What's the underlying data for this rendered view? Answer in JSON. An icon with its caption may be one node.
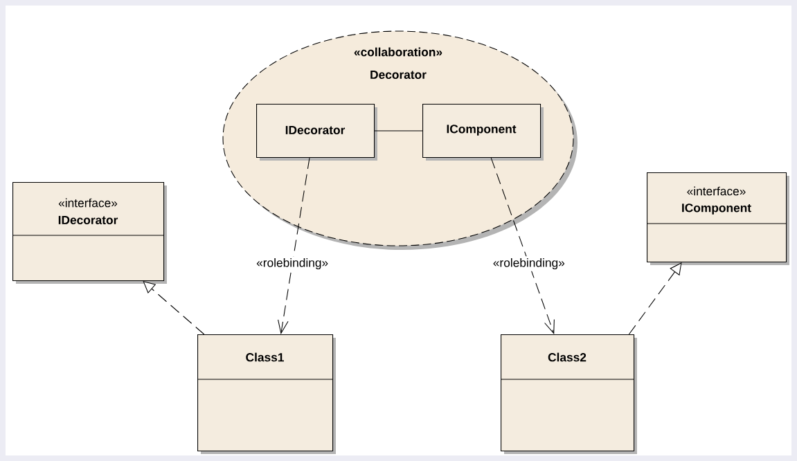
{
  "diagram": {
    "nodes": [
      {
        "text": [
          "«collaboration»",
          "Decorator"
        ]
      },
      {
        "text": [
          "IDecorator"
        ],
        "in": 0
      },
      {
        "text": [
          "IComponent"
        ],
        "in": 0
      },
      {
        "text": [
          "«interface»",
          "IDecorator"
        ]
      },
      {
        "text": [
          "«interface»",
          "IComponent"
        ]
      },
      {
        "text": [
          "Class1"
        ]
      },
      {
        "text": [
          "Class2"
        ]
      }
    ],
    "edges": [
      {
        "from": 1,
        "to": 2,
        "arrow": "none"
      },
      {
        "from": 1,
        "to": 5,
        "arrow": "to",
        "style": "dashed",
        "label": "«rolebinding»"
      },
      {
        "from": 2,
        "to": 6,
        "arrow": "to",
        "style": "dashed",
        "label": "«rolebinding»"
      },
      {
        "from": 5,
        "to": 3,
        "arrow": "to",
        "style": "dashed"
      },
      {
        "from": 6,
        "to": 4,
        "arrow": "to",
        "style": "dashed"
      }
    ]
  }
}
